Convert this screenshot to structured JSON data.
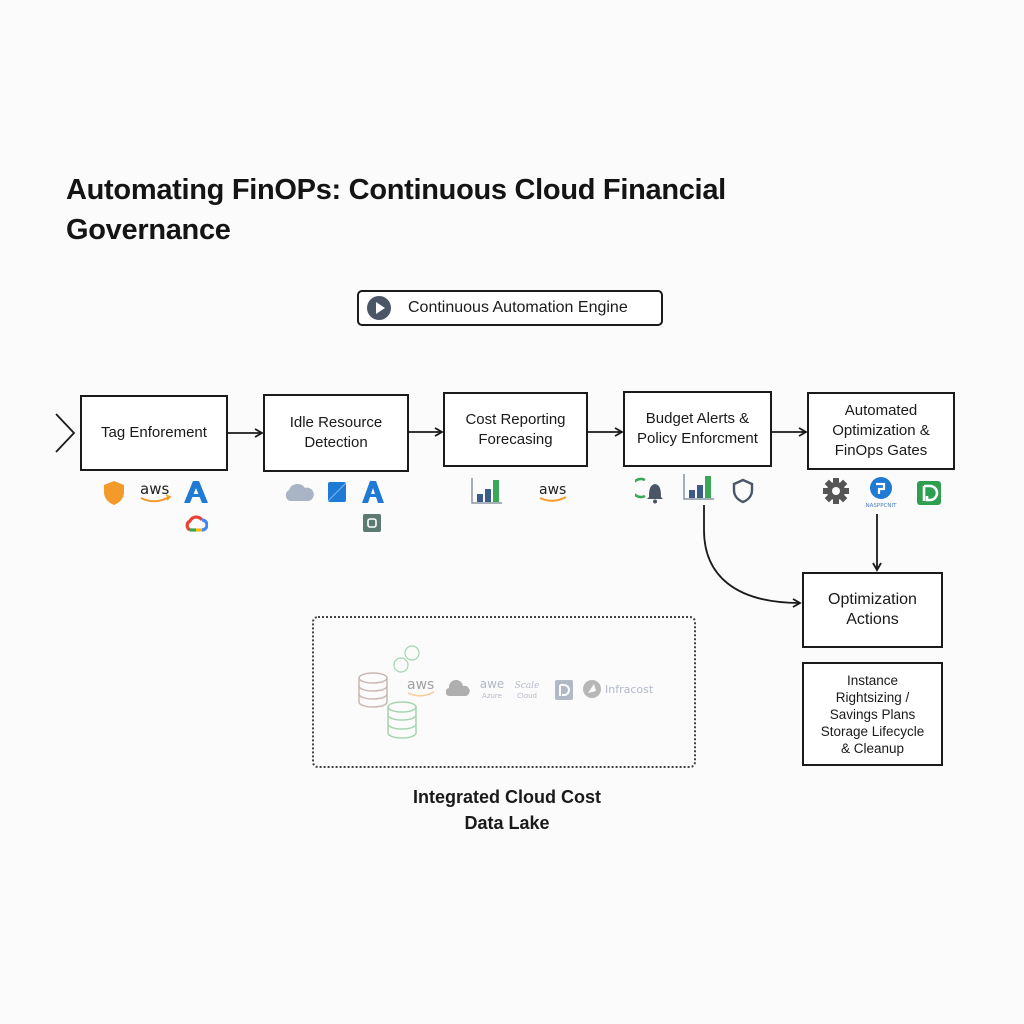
{
  "title": "Automating FinOPs: Continuous Cloud Financial\nGovernance",
  "title_line1": "Automating FinOPs: Continuous Cloud Financial",
  "title_line2": "Governance",
  "engine": {
    "label": "Continuous Automation Engine",
    "icon": "play-circle-icon"
  },
  "stages": [
    {
      "label": "Tag Enforement",
      "icons": [
        "shield-icon",
        "aws-logo",
        "azure-logo",
        "google-cloud-logo"
      ]
    },
    {
      "label": "Idle Resource\nDetection",
      "icons": [
        "cloud-icon",
        "blue-square-icon",
        "azure-logo",
        "chip-icon"
      ]
    },
    {
      "label": "Cost Reporting\nForecasing",
      "icons": [
        "bar-chart-icon",
        "aws-logo"
      ]
    },
    {
      "label": "Budget Alerts &\nPolicy Enforcment",
      "icons": [
        "refresh-bell-icon",
        "bar-chart-icon",
        "shield-outline-icon"
      ]
    },
    {
      "label": "Automated\nOptimization &\nFinOps Gates",
      "icons": [
        "gear-icon",
        "blue-circle-logo",
        "green-d-logo"
      ]
    }
  ],
  "icon_captions": {
    "blue_circle_logo": "NASPPCNIT",
    "aws": "aws"
  },
  "optimization_actions": {
    "label": "Optimization\nActions"
  },
  "actions_detail": {
    "label": "Instance\nRightsizing /\nSavings Plans\nStorage Lifecycle\n& Cleanup"
  },
  "data_lake": {
    "label": "Integrated Cloud Cost\nData Lake",
    "sources": [
      {
        "name": "aws",
        "text": "aws"
      },
      {
        "name": "gray-cloud",
        "text": ""
      },
      {
        "name": "awe-azure",
        "text": "awe",
        "subtext": "Azure"
      },
      {
        "name": "scale-cloud",
        "text": "Scale",
        "subtext": "Cloud"
      },
      {
        "name": "d-logo",
        "text": ""
      },
      {
        "name": "infracost",
        "text": "Infracost"
      }
    ]
  },
  "colors": {
    "stroke": "#1a1a1a",
    "orange": "#f39a2b",
    "azure": "#1f7ad6",
    "green": "#3aa856",
    "slate": "#4a5566"
  }
}
